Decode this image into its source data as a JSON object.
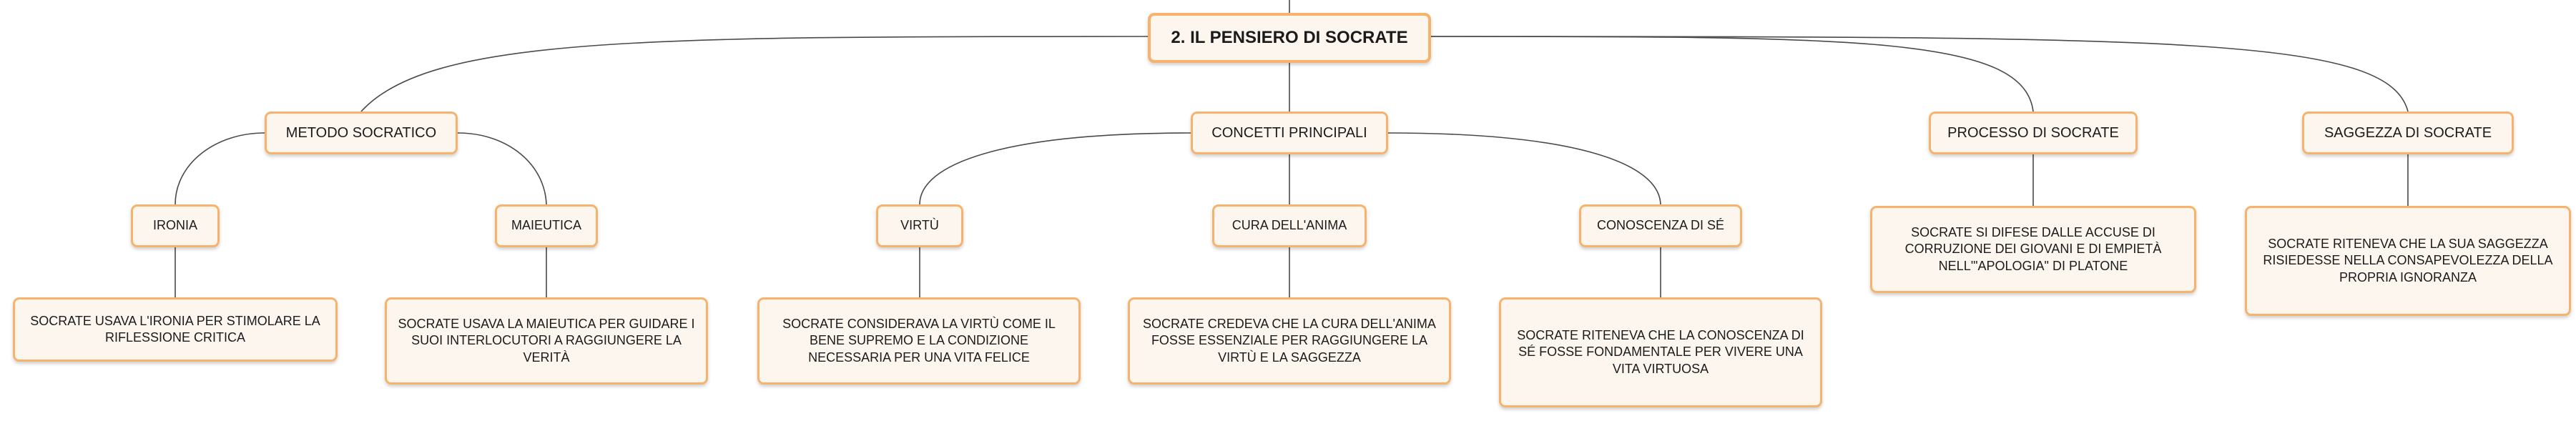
{
  "map": {
    "root": "2. IL PENSIERO DI SOCRATE",
    "branches": {
      "metodo": {
        "label": "METODO SOCRATICO",
        "topics": {
          "ironia": {
            "label": "IRONIA",
            "detail": "SOCRATE USAVA L'IRONIA PER STIMOLARE LA RIFLESSIONE CRITICA"
          },
          "maieutica": {
            "label": "MAIEUTICA",
            "detail": "SOCRATE USAVA LA MAIEUTICA PER GUIDARE I SUOI INTERLOCUTORI A RAGGIUNGERE LA VERITÀ"
          }
        }
      },
      "concetti": {
        "label": "CONCETTI PRINCIPALI",
        "topics": {
          "virtu": {
            "label": "VIRTÙ",
            "detail": "SOCRATE CONSIDERAVA LA VIRTÙ COME IL BENE SUPREMO E LA CONDIZIONE NECESSARIA PER UNA VITA FELICE"
          },
          "cura": {
            "label": "CURA DELL'ANIMA",
            "detail": "SOCRATE CREDEVA CHE LA CURA DELL'ANIMA FOSSE ESSENZIALE PER RAGGIUNGERE LA VIRTÙ E LA SAGGEZZA"
          },
          "conoscenza": {
            "label": "CONOSCENZA DI SÉ",
            "detail": "SOCRATE RITENEVA CHE LA CONOSCENZA DI SÉ FOSSE FONDAMENTALE PER VIVERE UNA VITA VIRTUOSA"
          }
        }
      },
      "processo": {
        "label": "PROCESSO DI SOCRATE",
        "detail": "SOCRATE SI DIFESE DALLE ACCUSE DI CORRUZIONE DEI GIOVANI E DI EMPIETÀ NELL'\"APOLOGIA\" DI PLATONE"
      },
      "saggezza": {
        "label": "SAGGEZZA DI SOCRATE",
        "detail": "SOCRATE RITENEVA CHE LA SUA SAGGEZZA RISIEDESSE NELLA CONSAPEVOLEZZA DELLA PROPRIA IGNORANZA"
      }
    }
  },
  "colors": {
    "node_border": "#f7b36b",
    "node_fill": "#fdf6ef",
    "connector": "#4a4a4a",
    "text": "#1b1b1b"
  }
}
